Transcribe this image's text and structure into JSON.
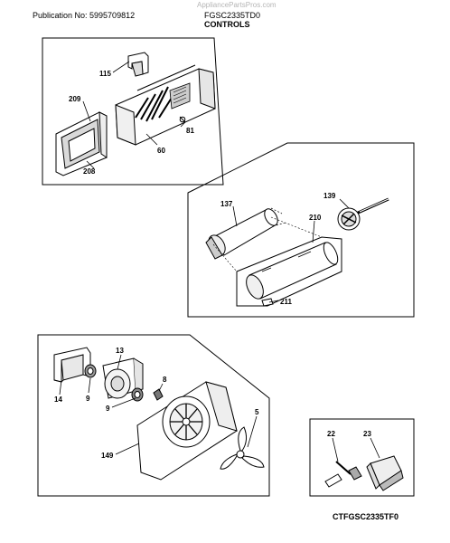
{
  "header": {
    "watermark": "AppliancePartsPros.com",
    "publication_label": "Publication No: 5995709812",
    "model": "FGSC2335TD0",
    "section_title": "CONTROLS"
  },
  "footer": {
    "diagram_code": "CTFGSC2335TF0"
  },
  "callouts": {
    "p115": "115",
    "p209": "209",
    "p81": "81",
    "p60": "60",
    "p208": "208",
    "p137": "137",
    "p139": "139",
    "p210": "210",
    "p211": "211",
    "p13": "13",
    "p14": "14",
    "p9a": "9",
    "p9b": "9",
    "p8": "8",
    "p5": "5",
    "p149": "149",
    "p22": "22",
    "p23": "23"
  }
}
